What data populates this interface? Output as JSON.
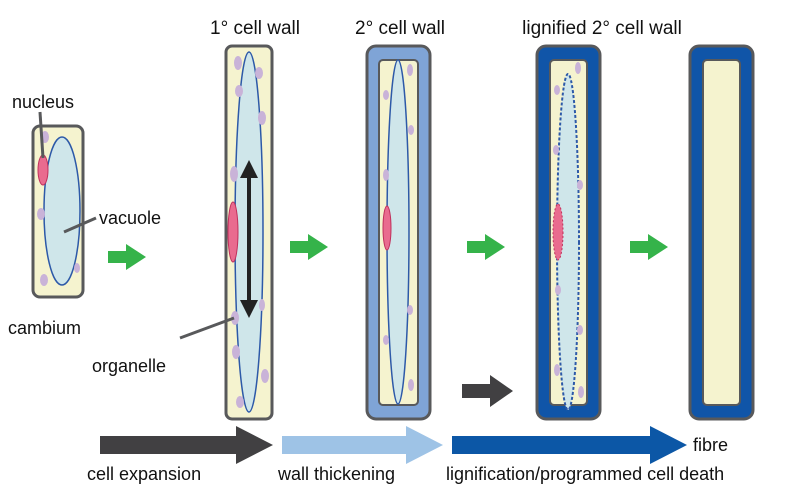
{
  "stage_headings": {
    "primary_wall": "1° cell wall",
    "secondary_wall": "2° cell wall",
    "lignified_wall": "lignified 2°  cell wall"
  },
  "cell_part_labels": {
    "nucleus": "nucleus",
    "vacuole": "vacuole",
    "cambium": "cambium",
    "organelle": "organelle"
  },
  "process_labels": {
    "expansion": "cell expansion",
    "thickening": "wall thickening",
    "lignification": "lignification/programmed cell death",
    "fibre": "fibre"
  },
  "colors": {
    "cytoplasm": "#f5f3cf",
    "vacuole": "#cfe6ea",
    "nucleus": "#e96b8f",
    "organelle": "#c9b3d8",
    "primary_wall": "#58595b",
    "secondary_wall": "#7fa4d6",
    "lignified_wall": "#1055a8",
    "step_arrow": "#35b34a",
    "expansion_arrow": "#414042",
    "thickening_arrow": "#9ec3e6",
    "lignification_arrow": "#0c57a6"
  }
}
